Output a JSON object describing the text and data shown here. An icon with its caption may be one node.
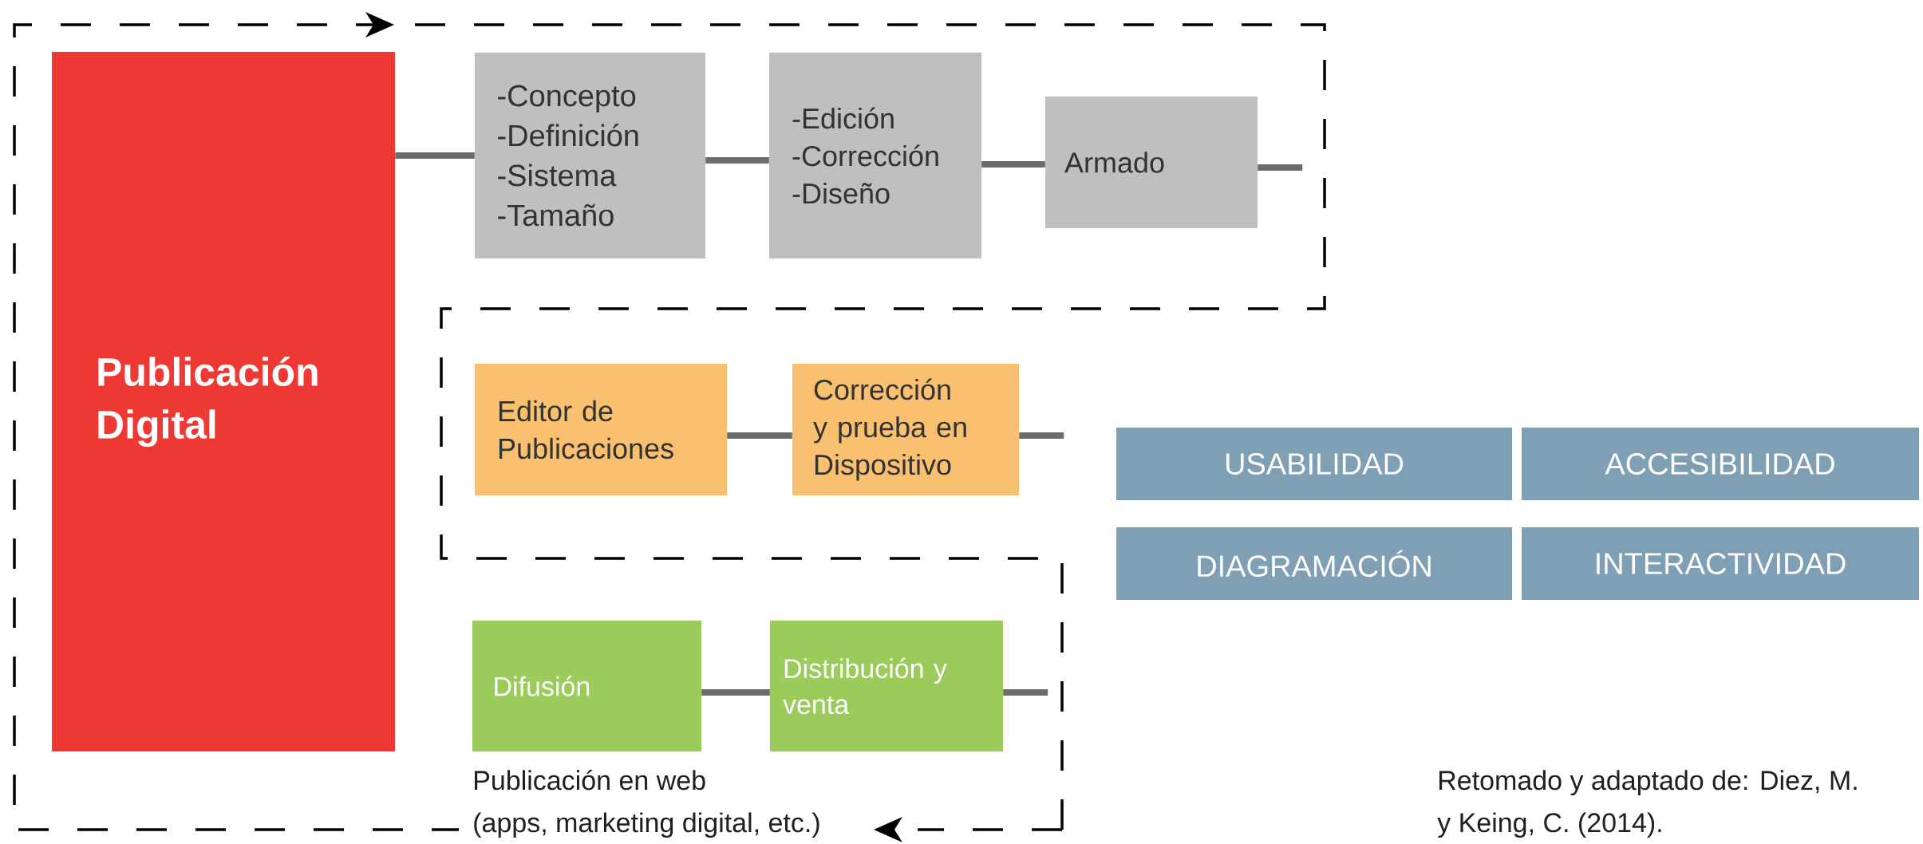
{
  "diagram": {
    "nodes": [
      {
        "text": [
          "Publicación Digital"
        ]
      },
      {
        "text": [
          "-Concepto",
          "-Definición",
          "-Sistema",
          "-Tamaño"
        ]
      },
      {
        "text": [
          "-Edición",
          "-Corrección",
          "-Diseño"
        ]
      },
      {
        "text": [
          "Armado"
        ]
      },
      {
        "text": [
          "Editor de Publicaciones"
        ]
      },
      {
        "text": [
          "Corrección y prueba en Dispositivo"
        ]
      },
      {
        "text": [
          "USABILIDAD"
        ]
      },
      {
        "text": [
          "ACCESIBILIDAD"
        ]
      },
      {
        "text": [
          "DIAGRAMACIÓN"
        ]
      },
      {
        "text": [
          "INTERACTIVIDAD"
        ]
      },
      {
        "text": [
          "Difusión"
        ]
      },
      {
        "text": [
          "Distribución y venta"
        ]
      }
    ],
    "edges": [
      {
        "from": 0,
        "to": 1,
        "arrow": "none"
      },
      {
        "from": 1,
        "to": 2,
        "arrow": "none"
      },
      {
        "from": 2,
        "to": 3,
        "arrow": "none"
      },
      {
        "from": 3,
        "to": null,
        "arrow": "none"
      },
      {
        "from": 4,
        "to": 5,
        "arrow": "none"
      },
      {
        "from": 5,
        "to": null,
        "arrow": "none"
      },
      {
        "from": 10,
        "to": 11,
        "arrow": "none"
      },
      {
        "from": 11,
        "to": null,
        "arrow": "none"
      }
    ],
    "labels": [
      "Publicación en web",
      "(apps, marketing digital, etc.)",
      "Retomado y adaptado de: Diez, M.",
      "y Keing, C. (2014)."
    ]
  }
}
